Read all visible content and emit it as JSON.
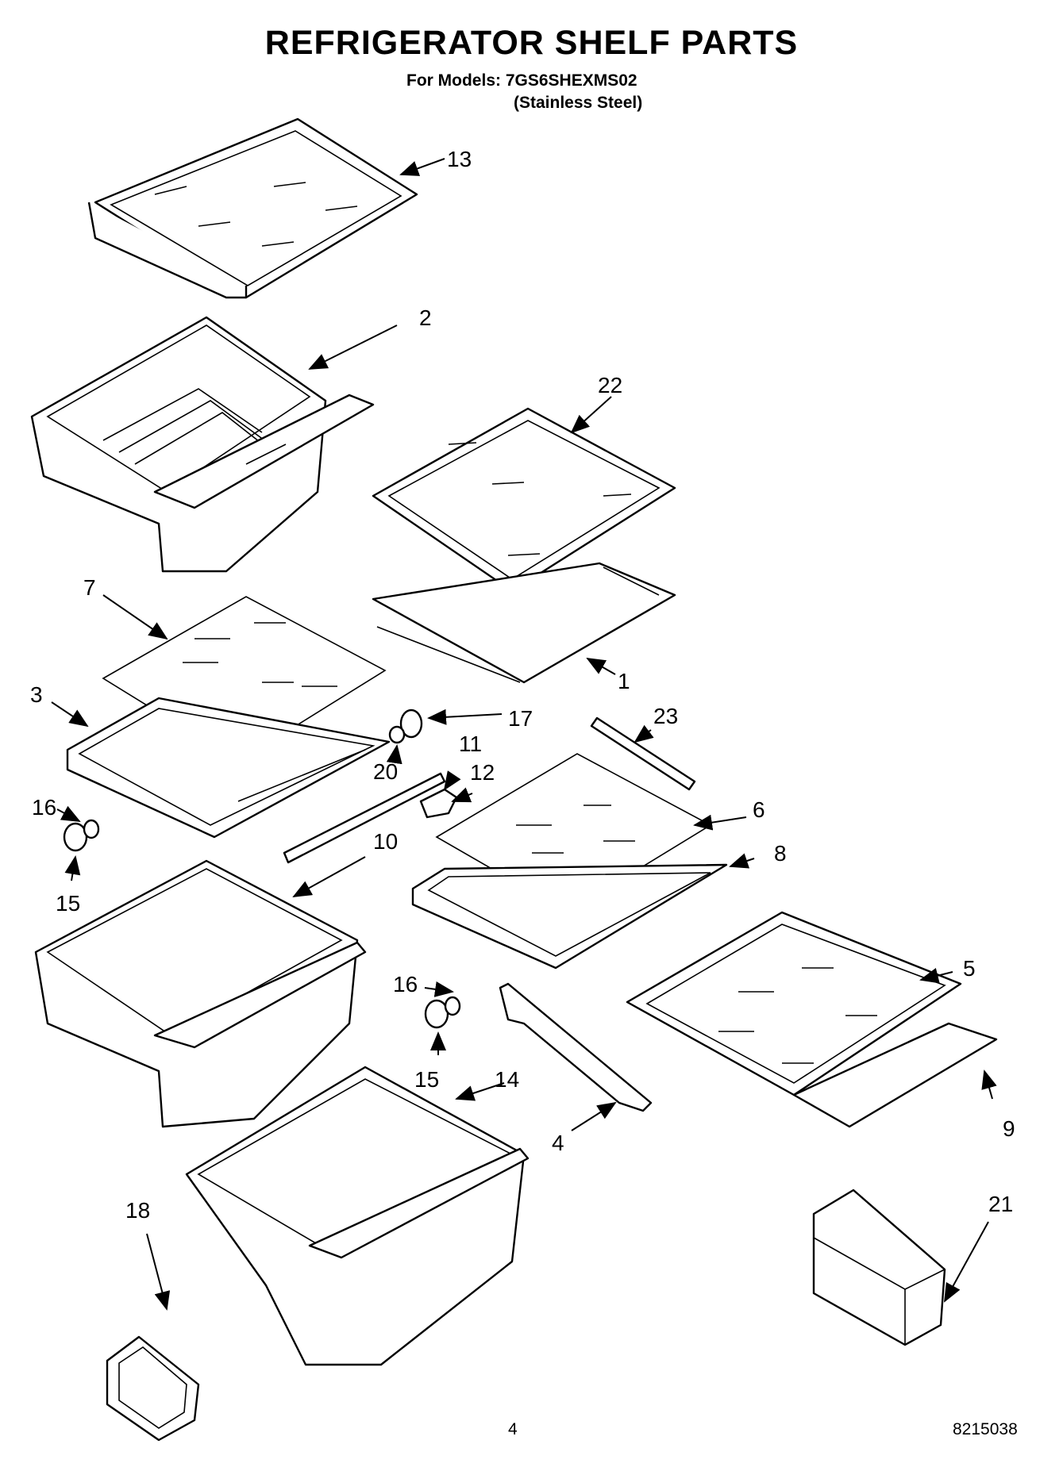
{
  "title": "REFRIGERATOR SHELF PARTS",
  "models_line": "For Models: 7GS6SHEXMS02",
  "variant_line": "(Stainless Steel)",
  "page_number": "4",
  "doc_number": "8215038",
  "callouts": {
    "c13": "13",
    "c2": "2",
    "c22": "22",
    "c7": "7",
    "c1": "1",
    "c3": "3",
    "c17": "17",
    "c23": "23",
    "c11": "11",
    "c12": "12",
    "c20": "20",
    "c16a": "16",
    "c15a": "15",
    "c10": "10",
    "c6": "6",
    "c8": "8",
    "c5": "5",
    "c16b": "16",
    "c15b": "15",
    "c14": "14",
    "c4": "4",
    "c9": "9",
    "c18": "18",
    "c21": "21"
  }
}
